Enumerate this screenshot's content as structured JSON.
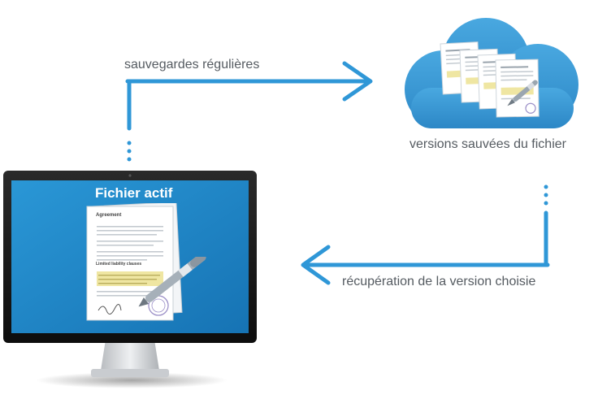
{
  "flow": {
    "top_label": "sauvegardes régulières",
    "cloud_caption": "versions sauvées du fichier",
    "bottom_label": "récupération de la version choisie"
  },
  "monitor": {
    "screen_title": "Fichier actif",
    "document_heading": "Agreement",
    "document_subheading": "Limited liability clauses"
  },
  "colors": {
    "arrow": "#2f97d7",
    "cloud": "#3b99d4",
    "screen": "#1f86c6",
    "bezel": "#151515",
    "text": "#555b61",
    "highlight": "#efe6a2"
  },
  "icons": {
    "pen": "fountain-pen-icon",
    "seal": "seal-stamp-icon",
    "cloud": "cloud-icon"
  }
}
